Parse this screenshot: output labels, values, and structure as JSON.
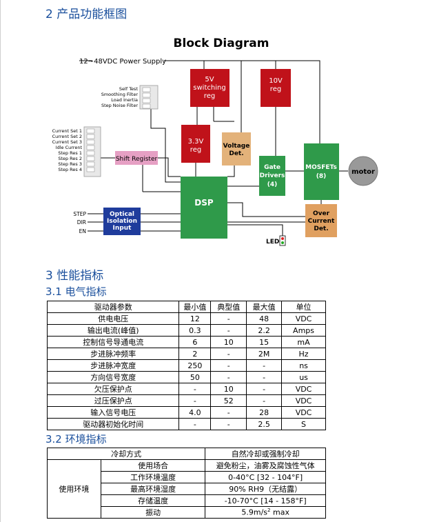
{
  "section2": {
    "title": "2  产品功能框图"
  },
  "diagram": {
    "title": "Block Diagram",
    "power_supply": "12~48VDC Power Supply",
    "sw5v": [
      "5V",
      "switching",
      "reg"
    ],
    "reg10v": [
      "10V",
      "reg"
    ],
    "reg33": [
      "3.3V",
      "reg"
    ],
    "voltage_det": [
      "Voltage",
      "Det."
    ],
    "gate_drivers": [
      "Gate",
      "Drivers",
      "(4)"
    ],
    "mosfets": [
      "MOSFETs",
      "(8)"
    ],
    "motor": "motor",
    "dsp": "DSP",
    "shift_register": "Shift Register",
    "optical": [
      "Optical",
      "Isolation",
      "Input"
    ],
    "over_current": [
      "Over",
      "Current",
      "Det."
    ],
    "led": "LED",
    "dip1_labels": [
      "Self Test",
      "Smoothing Filter",
      "Load Inertia",
      "Step Noise Filter"
    ],
    "dip2_labels": [
      "Current Set 1",
      "Current Set 2",
      "Current Set 3",
      "Idle Current",
      "Step Res 1",
      "Step Res 2",
      "Step Res 3",
      "Step Res 4"
    ],
    "inputs": [
      "STEP",
      "DIR",
      "EN"
    ],
    "colors": {
      "red": "#c0121a",
      "green": "#2f9a4a",
      "tan": "#e3b27a",
      "blue": "#1f3c9c",
      "orange": "#e0a060",
      "pink": "#e6a0c4",
      "motor": "#999999"
    }
  },
  "section3": {
    "title": "3  性能指标"
  },
  "section31": {
    "title": "3.1  电气指标"
  },
  "elec_table": {
    "headers": [
      "驱动器参数",
      "最小值",
      "典型值",
      "最大值",
      "单位"
    ],
    "rows": [
      [
        "供电电压",
        "12",
        "-",
        "48",
        "VDC"
      ],
      [
        "输出电流(峰值)",
        "0.3",
        "-",
        "2.2",
        "Amps"
      ],
      [
        "控制信号导通电流",
        "6",
        "10",
        "15",
        "mA"
      ],
      [
        "步进脉冲频率",
        "2",
        "-",
        "2M",
        "Hz"
      ],
      [
        "步进脉冲宽度",
        "250",
        "-",
        "-",
        "ns"
      ],
      [
        "方向信号宽度",
        "50",
        "-",
        "-",
        "us"
      ],
      [
        "欠压保护点",
        "-",
        "10",
        "-",
        "VDC"
      ],
      [
        "过压保护点",
        "-",
        "52",
        "-",
        "VDC"
      ],
      [
        "输入信号电压",
        "4.0",
        "-",
        "28",
        "VDC"
      ],
      [
        "驱动器初始化时间",
        "-",
        "-",
        "2.5",
        "S"
      ]
    ]
  },
  "section32": {
    "title": "3.2  环境指标"
  },
  "env_table": {
    "cooling_label": "冷却方式",
    "cooling_value": "自然冷却或强制冷却",
    "group_label": "使用环境",
    "rows": [
      [
        "使用场合",
        "避免粉尘，油雾及腐蚀性气体"
      ],
      [
        "工作环境温度",
        "0-40°C [32 - 104°F]"
      ],
      [
        "最高环境湿度",
        "90% RH9（无结露）"
      ],
      [
        "存储温度",
        "-10-70°C [14 - 158°F]"
      ]
    ],
    "vibration_label": "振动",
    "vibration_value": "5.9m/s",
    "vibration_sup": "2",
    "vibration_tail": " max"
  }
}
